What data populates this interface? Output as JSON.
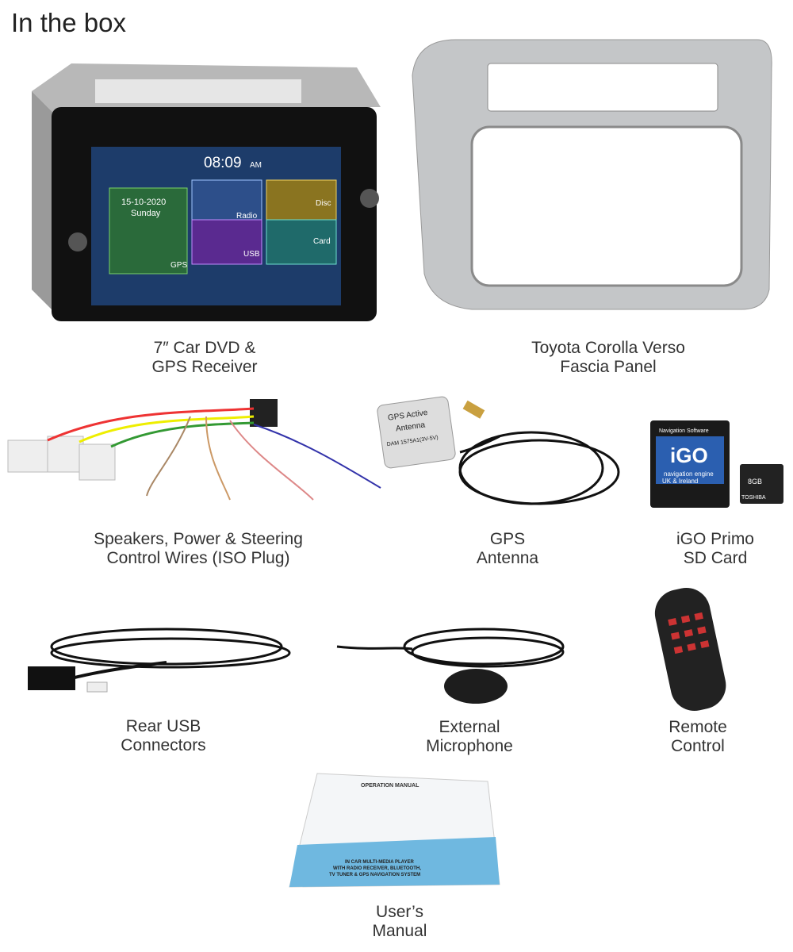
{
  "title": "In the box",
  "items": [
    {
      "line1": "7″ Car DVD &",
      "line2": "GPS Receiver"
    },
    {
      "line1": "Toyota Corolla Verso",
      "line2": "Fascia Panel"
    },
    {
      "line1": "Speakers, Power & Steering",
      "line2": "Control Wires (ISO Plug)"
    },
    {
      "line1": "GPS",
      "line2": "Antenna"
    },
    {
      "line1": "iGO Primo",
      "line2": "SD Card"
    },
    {
      "line1": "Rear USB",
      "line2": "Connectors"
    },
    {
      "line1": "External",
      "line2": "Microphone"
    },
    {
      "line1": "Remote",
      "line2": "Control"
    },
    {
      "line1": "User’s",
      "line2": "Manual"
    }
  ],
  "head_unit_screen": {
    "time": "08:09",
    "ampm": "AM",
    "date": "15-10-2020",
    "day": "Sunday",
    "tiles": [
      "Radio",
      "Disc",
      "GPS",
      "USB",
      "Card"
    ]
  },
  "antenna_label": {
    "line1": "GPS Active",
    "line2": "Antenna",
    "model": "DAM 1575A1(3V-5V)"
  },
  "sd_card": {
    "top": "Navigation Software",
    "brand": "iGO",
    "sub": "navigation engine",
    "region": "UK & Ireland",
    "micro": "8GB",
    "maker": "TOSHIBA"
  },
  "manual": {
    "heading": "OPERATION MANUAL",
    "line1": "IN CAR MULTI-MEDIA PLAYER",
    "line2": "WITH RADIO RECEIVER, BLUETOOTH,",
    "line3": "TV TUNER & GPS NAVIGATION SYSTEM"
  }
}
